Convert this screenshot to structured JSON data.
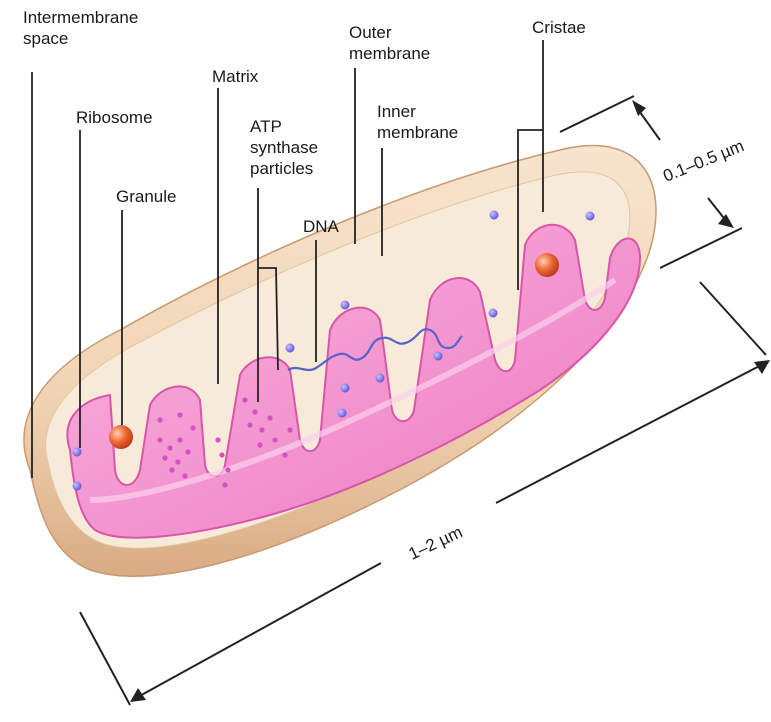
{
  "labels": {
    "intermembrane_space": [
      "Intermembrane",
      "space"
    ],
    "ribosome": "Ribosome",
    "granule": "Granule",
    "matrix": "Matrix",
    "atp_synthase": [
      "ATP",
      "synthase",
      "particles"
    ],
    "dna": "DNA",
    "outer_membrane": [
      "Outer",
      "membrane"
    ],
    "inner_membrane": [
      "Inner",
      "membrane"
    ],
    "cristae": "Cristae"
  },
  "dimensions": {
    "width": "0.1–0.5 µm",
    "length": "1–2 µm"
  },
  "colors": {
    "outer_membrane": "#f3d9bd",
    "outer_membrane_shadow": "#d9b089",
    "intermembrane": "#f7e6d2",
    "inner_membrane": "#f07fc6",
    "inner_membrane_light": "#f8b8e2",
    "matrix": "#f6a8d8",
    "ribosome": "#7b6fe8",
    "atp_particles": "#d64fc4",
    "granule": "#e8582a",
    "dna": "#5a63c8",
    "leader_line": "#222222"
  }
}
